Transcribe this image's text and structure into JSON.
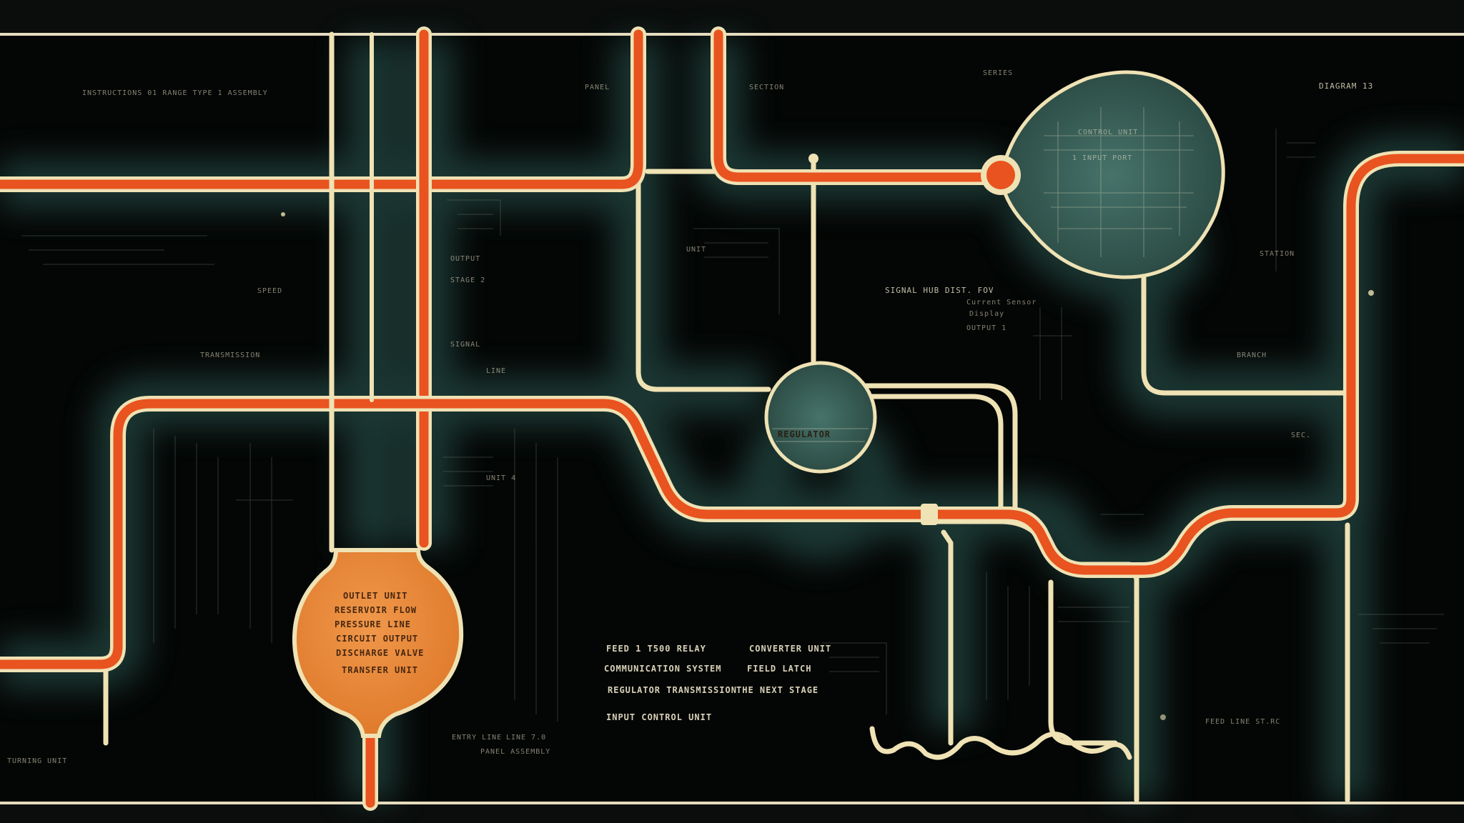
{
  "diagram": {
    "colors": {
      "background": "#0a0d0c",
      "panel": "#040605",
      "glow": "#2f5e58",
      "cream_line": "#efe2b4",
      "orange_line": "#e8531f",
      "orange_fill": "#ec8a3c",
      "node_fill": "#355b52"
    },
    "labels": {
      "top_left": "INSTRUCTIONS 01   RANGE   TYPE 1   ASSEMBLY",
      "top_mid_a": "PANEL",
      "top_mid_b": "SECTION",
      "top_right_a": "SERIES",
      "top_right_b": "DIAGRAM 13",
      "node_center": "REGULATOR",
      "node_right_a": "CONTROL UNIT",
      "node_right_b": "1  INPUT  PORT",
      "block_right_a": "SIGNAL  HUB   DIST. FOV",
      "block_right_b": "Current Sensor",
      "block_right_c": "Display",
      "block_right_d": "OUTPUT 1",
      "orange_node_a": "OUTLET   UNIT",
      "orange_node_b": "RESERVOIR   FLOW",
      "orange_node_c": "PRESSURE LINE",
      "orange_node_d": "CIRCUIT  OUTPUT",
      "orange_node_e": "DISCHARGE VALVE",
      "orange_node_f": "TRANSFER UNIT",
      "bottom_a": "FEED  1   T500  RELAY",
      "bottom_b": "CONVERTER  UNIT",
      "bottom_c": "COMMUNICATION SYSTEM",
      "bottom_d": "FIELD  LATCH",
      "bottom_e": "REGULATOR  TRANSMISSION",
      "bottom_f": "THE  NEXT  STAGE",
      "bottom_g": "INPUT  CONTROL  UNIT",
      "bottom_h": "ENTRY  LINE",
      "bottom_i": "LINE  7.0",
      "bottom_j": "PANEL  ASSEMBLY",
      "mid_a": "OUTPUT",
      "mid_b": "STAGE 2",
      "mid_c": "SIGNAL",
      "mid_d": "LINE",
      "mid_e": "UNIT 4",
      "left_a": "TRANSMISSION",
      "left_b": "SPEED",
      "left_c": "UNIT",
      "right_far_a": "STATION",
      "right_far_b": "BRANCH",
      "right_far_c": "SEC.",
      "bottom_left": "TURNING  UNIT",
      "bottom_right": "FEED  LINE   ST.RC"
    }
  }
}
